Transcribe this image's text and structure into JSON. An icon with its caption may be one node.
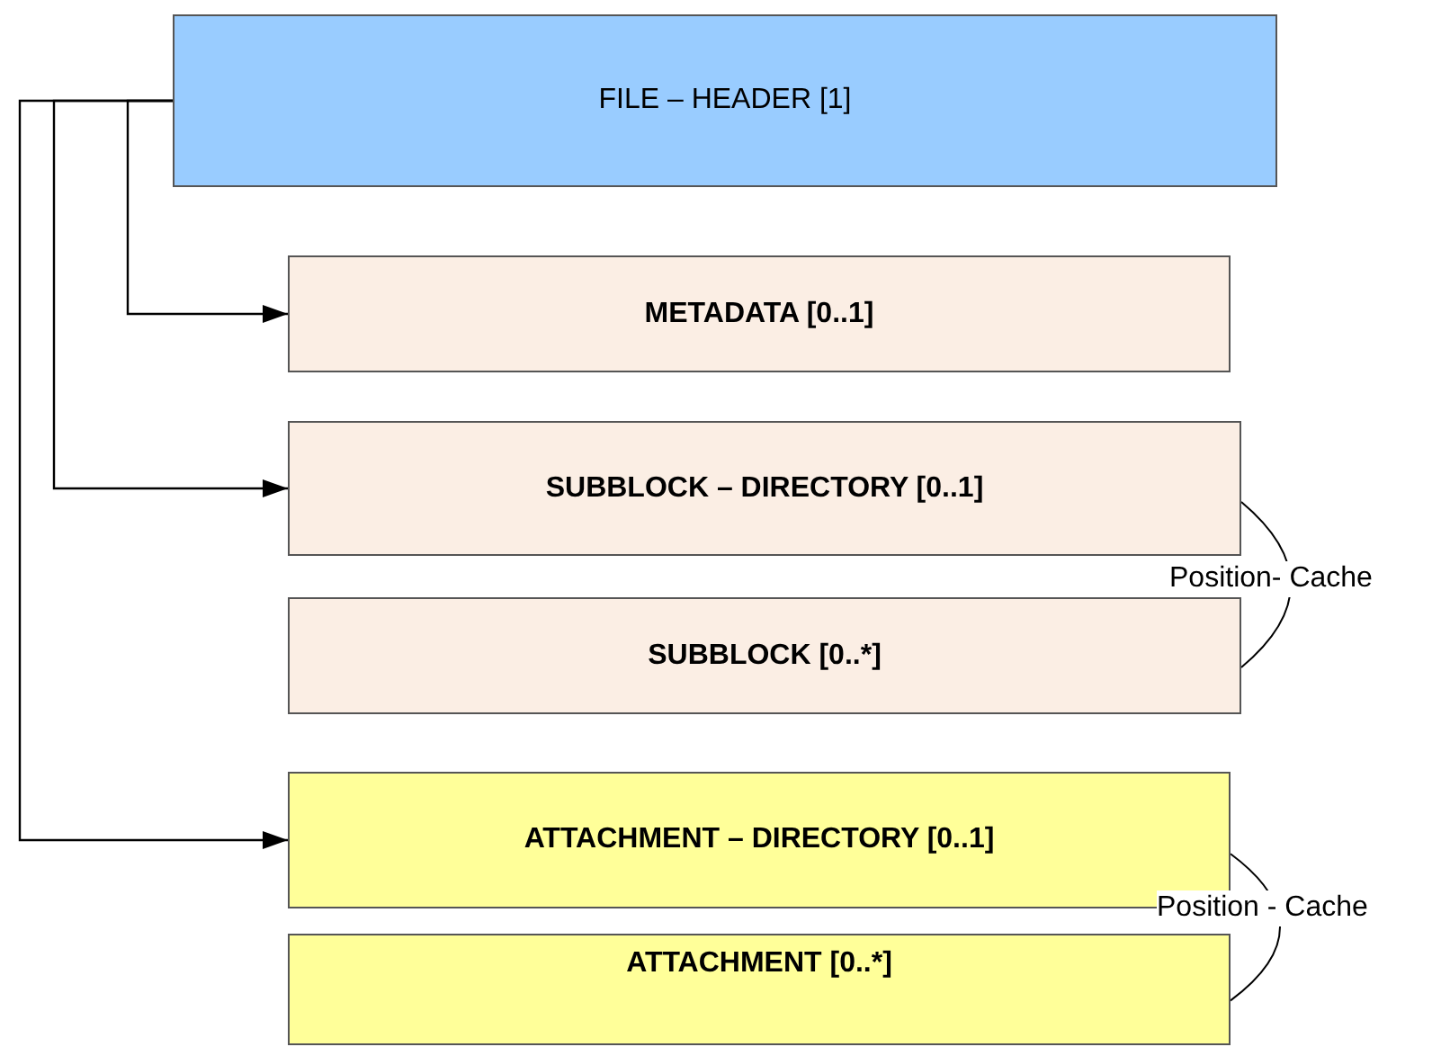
{
  "diagram": {
    "nodes": [
      {
        "text": [
          "FILE – HEADER [1]"
        ]
      },
      {
        "text": [
          "METADATA [0..1]"
        ]
      },
      {
        "text": [
          "SUBBLOCK – DIRECTORY  [0..1]"
        ]
      },
      {
        "text": [
          "SUBBLOCK [0..*]"
        ]
      },
      {
        "text": [
          "ATTACHMENT – DIRECTORY [0..1]"
        ]
      },
      {
        "text": [
          "ATTACHMENT [0..*]"
        ]
      }
    ],
    "edges": [
      {
        "from": 0,
        "to": 1,
        "arrow": "to"
      },
      {
        "from": 0,
        "to": 2,
        "arrow": "to"
      },
      {
        "from": 0,
        "to": 4,
        "arrow": "to"
      },
      {
        "from": 2,
        "to": 3,
        "arrow": "none",
        "label": "Position- Cache"
      },
      {
        "from": 4,
        "to": 5,
        "arrow": "none",
        "label": "Position - Cache"
      }
    ]
  }
}
